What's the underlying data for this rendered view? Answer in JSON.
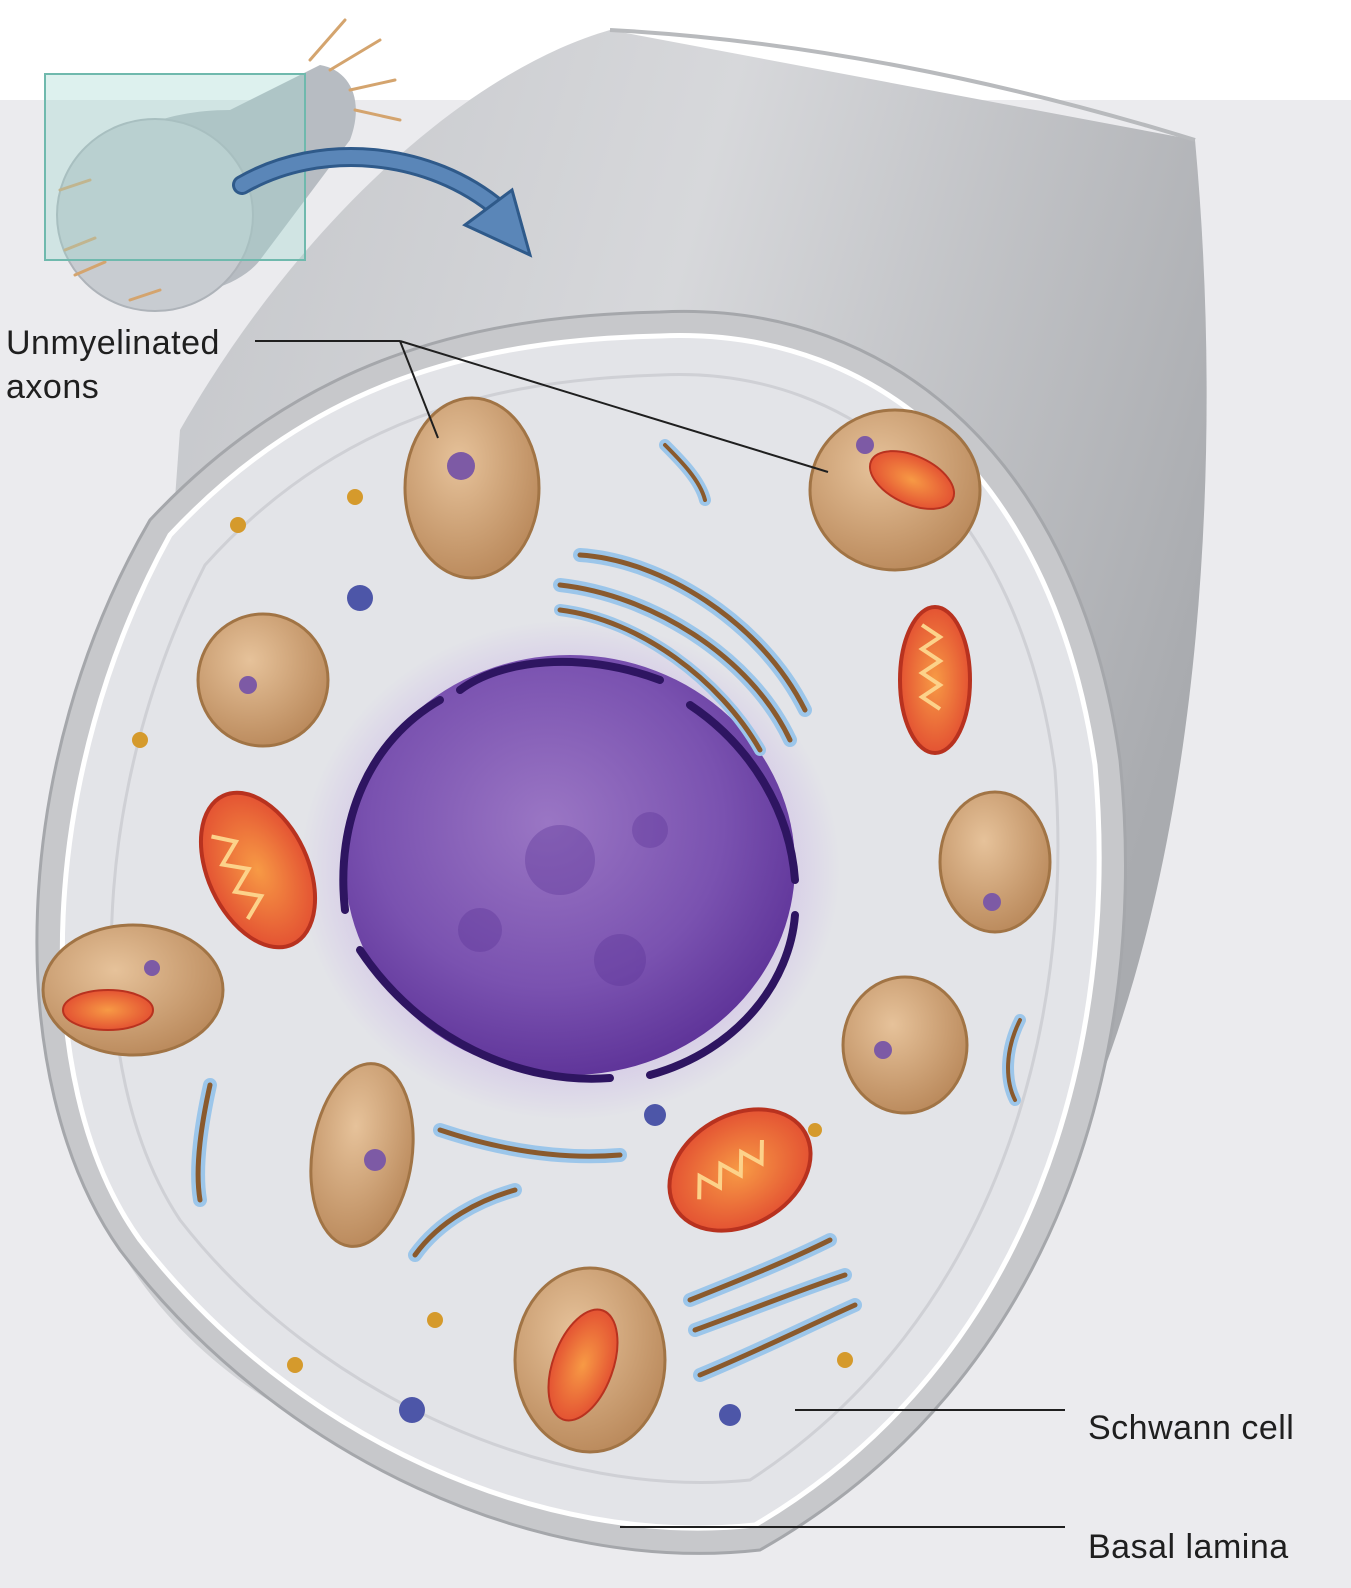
{
  "labels": {
    "axons_line1": "Unmyelinated",
    "axons_line2": "axons",
    "schwann_cell": "Schwann cell",
    "basal_lamina": "Basal lamina"
  },
  "colors": {
    "background_panel": "#ebebee",
    "fiber_gray": "#c9cbce",
    "cytoplasm": "#e4e5e9",
    "nucleus": "#6a3fa0",
    "nuclear_envelope": "#2e1561",
    "axon": "#c49a6c",
    "mitochondrion": "#e8503a",
    "er_blue": "#7fb4e0",
    "arrow": "#4f78a8",
    "inset": "#9fd7cf"
  },
  "icons": [
    "nerve-fiber-inset-icon",
    "pointer-arrow-icon"
  ]
}
